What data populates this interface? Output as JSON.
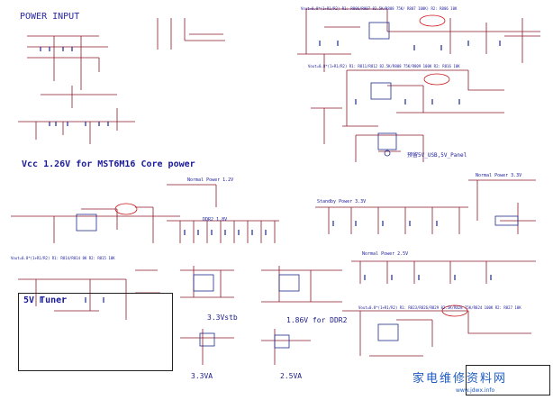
{
  "sections": {
    "power_input": "POWER INPUT",
    "vcc_core": "Vcc 1.26V for MST6M16 Core power",
    "tuner_5v": "5V Tuner",
    "vstb_33": "3.3Vstb",
    "ddr2_186": "1.86V for DDR2",
    "va_33": "3.3VA",
    "va_25": "2.5VA",
    "usb_panel": "预留5V_USB,5V_Panel"
  },
  "net_labels": {
    "normal_power_12": "Normal Power 1.2V",
    "normal_power_33": "Normal Power 3.3V",
    "normal_power_25": "Normal Power 2.5V",
    "standby_power_33": "Standby Power 3.3V",
    "ddr_18": "DDR2 1.8V"
  },
  "formulas": {
    "top1": "Vout=0.8*(1+R1/R2)  R1: R806/R807 82.5K/R808 75K/ R807 100K)  R2: R806 10K",
    "top2": "Vout=0.8*(1+R1/R2)  R1: R811/R812 82.5K/R808 75K/R809 100K  R2: R816 10K",
    "mid_left": "Vout=0.8*(1+R1/R2)  R1: R814/R814 8K  R2: R815 10K",
    "bottom": "Vout=0.8*(1+R1/R2)  R1: R823/R826/R829 82.5K/R828 75K/R824 100K  R2: R827 10K"
  },
  "watermark": {
    "text": "家电维修资料网",
    "url": "www.jdwx.info"
  },
  "colors": {
    "wire": "#8b1a2a",
    "component": "#1e2a8a",
    "net_label": "#1a1a9a"
  }
}
